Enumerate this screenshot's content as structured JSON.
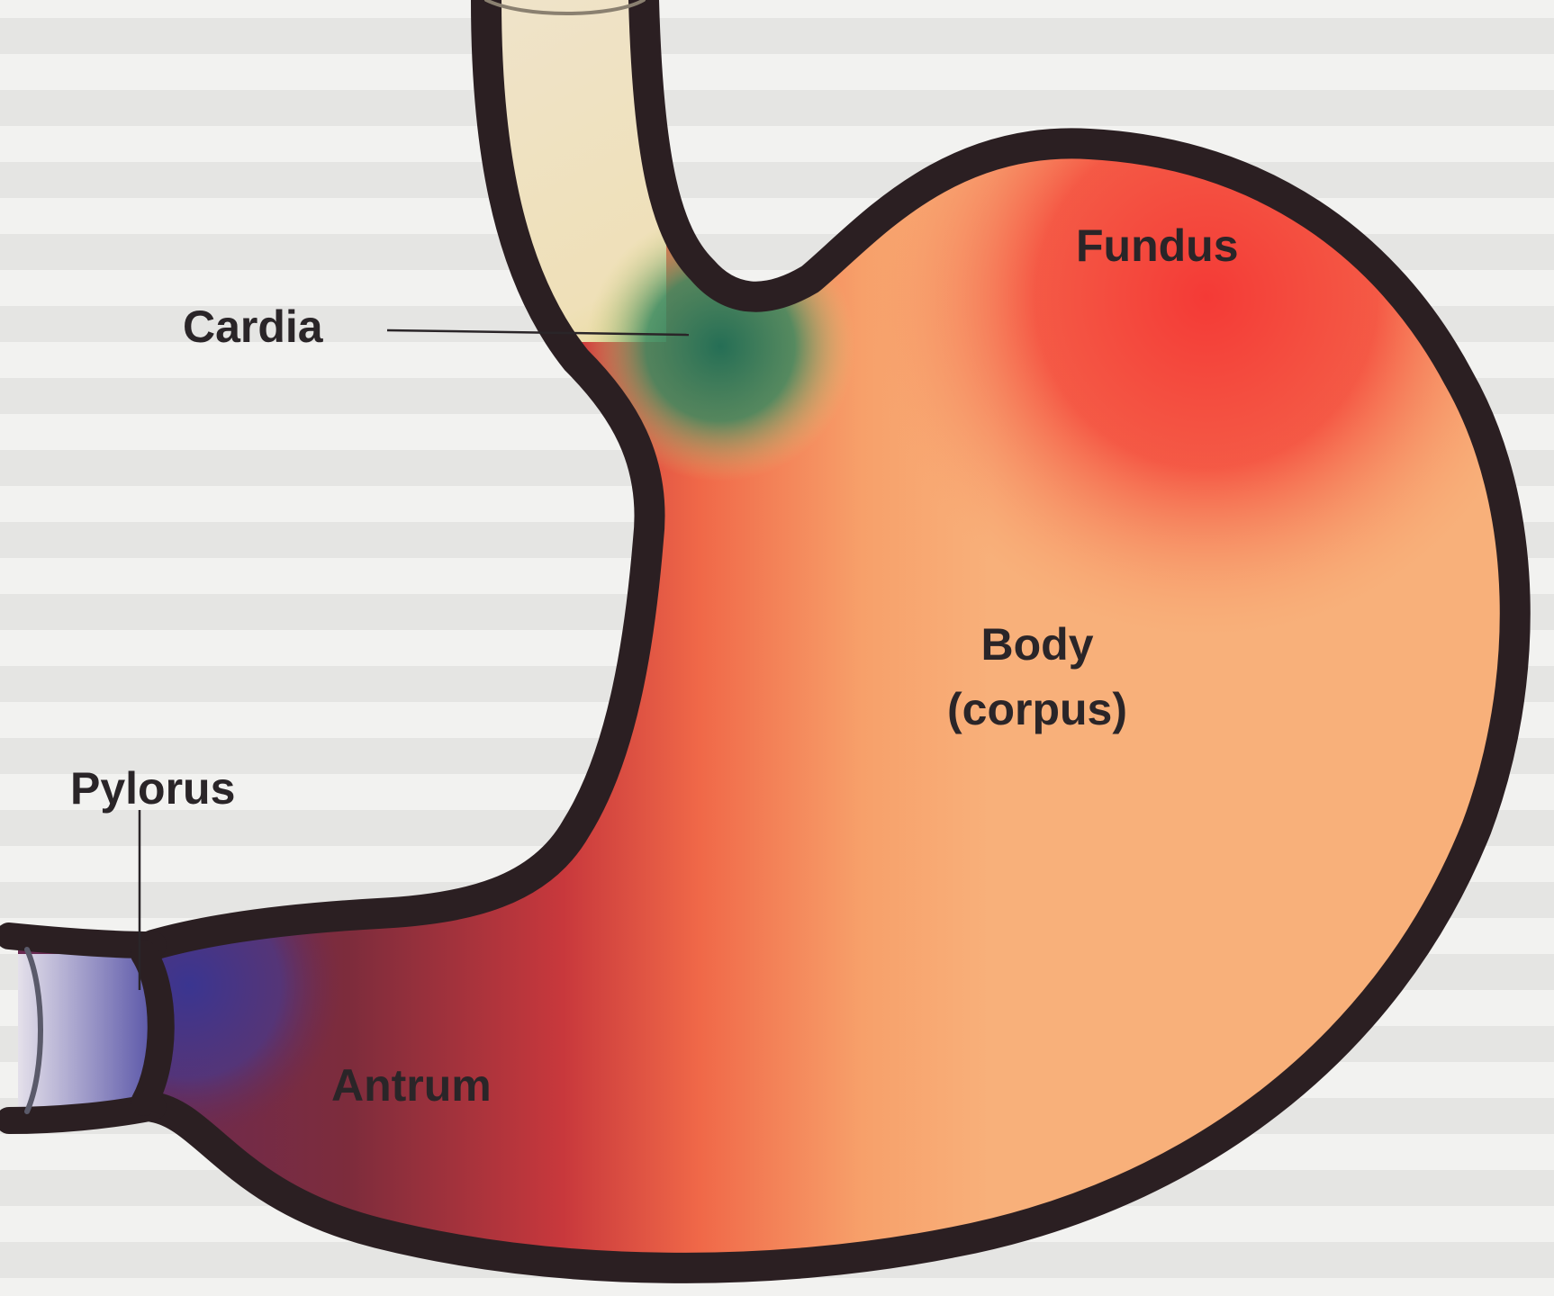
{
  "labels": {
    "fundus": "Fundus",
    "cardia": "Cardia",
    "body_line1": "Body",
    "body_line2": "(corpus)",
    "pylorus": "Pylorus",
    "antrum": "Antrum"
  },
  "colors": {
    "background": "#f2f2f0",
    "outline": "#2b1f22",
    "fundus": "#f43a36",
    "cardia": "#2d7a5a",
    "body": "#f7a26a",
    "antrum": "#8a2a3a",
    "pylorus": "#3c3a8c",
    "esophagus": "#efe3c8",
    "label_text": "#2a2528"
  }
}
